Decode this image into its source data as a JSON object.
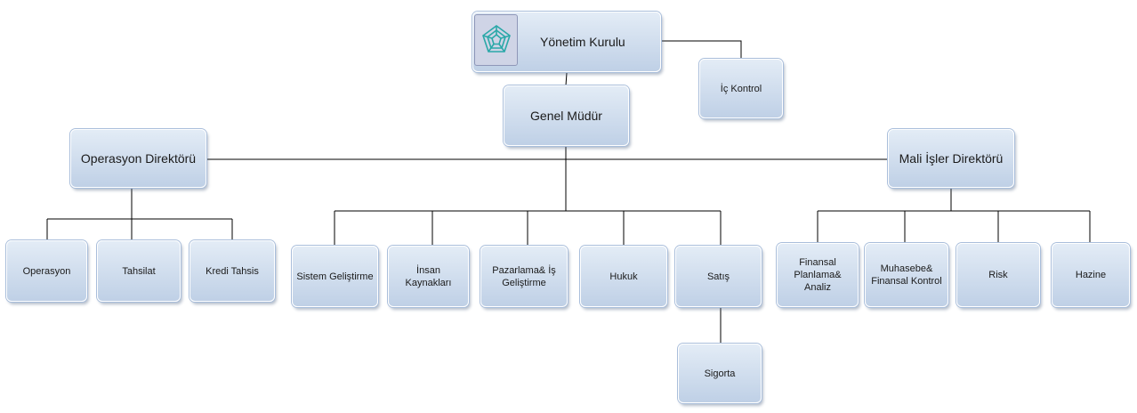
{
  "chart": {
    "board": "Yönetim Kurulu",
    "internal_control": "İç Kontrol",
    "general_manager": "Genel Müdür",
    "operations_director": "Operasyon Direktörü",
    "finance_director": "Mali İşler Direktörü",
    "operations_units": [
      "Operasyon",
      "Tahsilat",
      "Kredi Tahsis"
    ],
    "gm_units": [
      "Sistem Geliştirme",
      "İnsan Kaynakları",
      "Pazarlama& İş\nGeliştirme",
      "Hukuk",
      "Satış"
    ],
    "sales_sub": "Sigorta",
    "finance_units": [
      "Finansal\nPlanlama& Analiz",
      "Muhasebe&\nFinansal Kontrol",
      "Risk",
      "Hazine"
    ]
  },
  "colors": {
    "line": "#000000",
    "box_top": "#e3ecf6",
    "box_bottom": "#bfd0e6",
    "logo": "#2aa8a8"
  },
  "icons": {
    "logo": "pentagon-knot-logo-icon"
  }
}
